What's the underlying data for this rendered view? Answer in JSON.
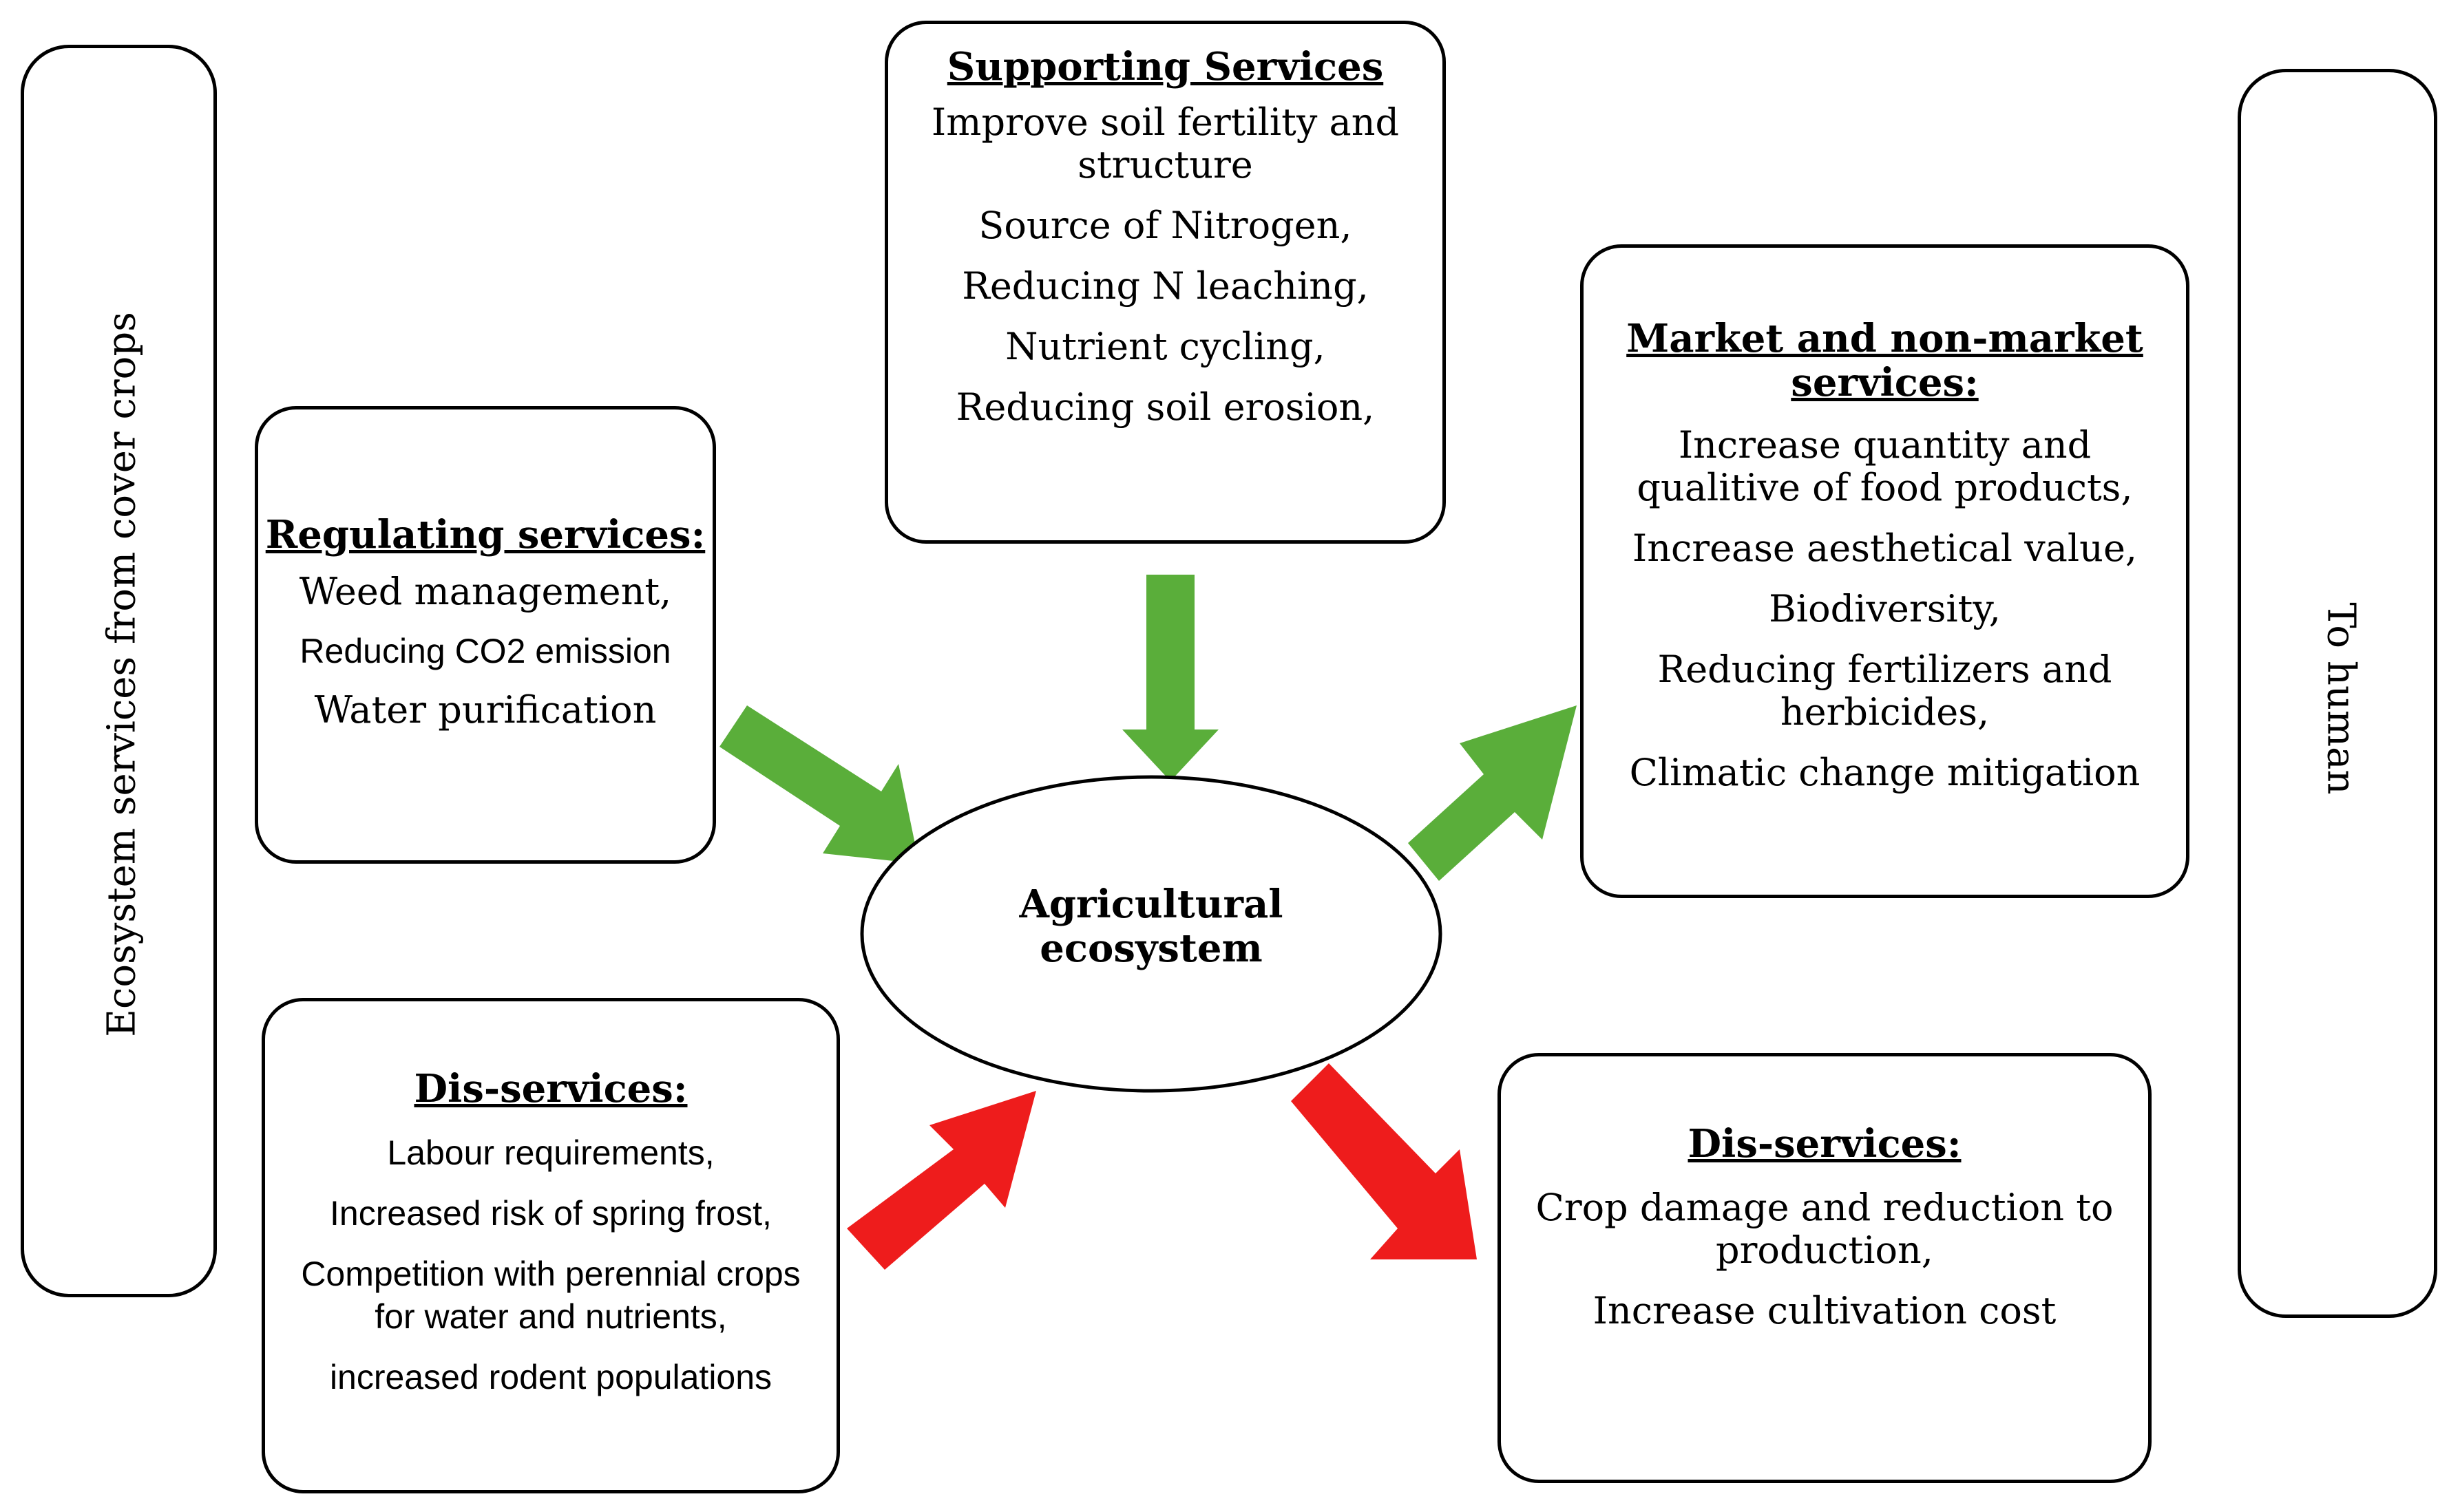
{
  "side_left": {
    "label": "Ecosystem services from cover crops"
  },
  "side_right": {
    "label": "To human"
  },
  "center": {
    "label_line1": "Agricultural",
    "label_line2": "ecosystem"
  },
  "supporting": {
    "title": "Supporting Services",
    "items": [
      "Improve soil fertility and structure",
      "Source of Nitrogen,",
      "Reducing N leaching,",
      "Nutrient cycling,",
      "Reducing soil erosion,"
    ]
  },
  "regulating": {
    "title": "Regulating services:",
    "items": [
      "Weed management,",
      "Reducing CO2 emission",
      "Water purification"
    ]
  },
  "market": {
    "title": "Market and non-market services:",
    "items": [
      "Increase quantity and qualitive of food products,",
      "Increase aesthetical value,",
      "Biodiversity,",
      "Reducing fertilizers and herbicides,",
      "Climatic change mitigation"
    ]
  },
  "disservices_left": {
    "title": "Dis-services:",
    "items": [
      "Labour requirements,",
      "Increased risk of spring frost,",
      "Competition with perennial crops for water and nutrients,",
      "increased rodent populations"
    ]
  },
  "disservices_right": {
    "title": "Dis-services:",
    "items": [
      "Crop damage and reduction to production,",
      "Increase cultivation cost"
    ]
  },
  "colors": {
    "positive_arrow": "#5aae3a",
    "negative_arrow": "#ee1c1c"
  }
}
